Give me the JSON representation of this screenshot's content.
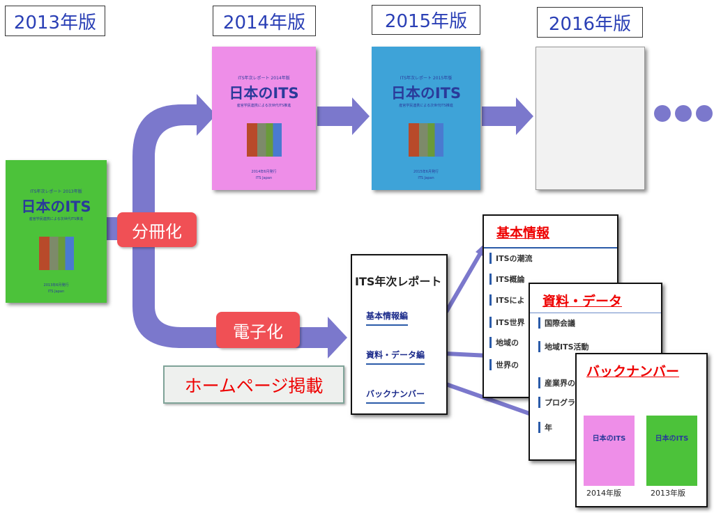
{
  "years": [
    "2013年版",
    "2014年版",
    "2015年版",
    "2016年版"
  ],
  "cover": {
    "series": "ITS年次レポート",
    "title": "日本のITS",
    "tagline": "産官学民連携による次世代ITS推進",
    "footer_org": "ITS Japan",
    "editions": [
      {
        "series": "ITS年次レポート 2013年版",
        "issued": "2013年6月発行",
        "color": "#4cc23a"
      },
      {
        "series": "ITS年次レポート 2014年版",
        "issued": "2014年6月発行",
        "color": "#ee8ee8"
      },
      {
        "series": "ITS年次レポート 2015年版",
        "issued": "2015年6月発行",
        "color": "#3ea3d8"
      }
    ]
  },
  "labels": {
    "split": "分冊化",
    "digital": "電子化",
    "homepage": "ホームページ掲載"
  },
  "web_menu": {
    "title": "ITS年次レポート",
    "links": [
      "基本情報編",
      "資料・データ編",
      "バックナンバー"
    ]
  },
  "basic": {
    "title": "基本情報",
    "items": [
      "ITSの潮流",
      "ITS概論",
      "ITSによ",
      "ITS世界",
      "地域の",
      "世界の"
    ]
  },
  "data_page": {
    "title": "資料・データ",
    "items": [
      "国際会議",
      "地域ITS活動",
      "産業界の",
      "プログラ",
      "年"
    ]
  },
  "backnumber": {
    "title": "バックナンバー",
    "captions": [
      "2014年版",
      "2013年版"
    ]
  },
  "colors": {
    "arrow": "#7b78cc",
    "year_text": "#2a3fb5",
    "red_label": "#f05055"
  }
}
